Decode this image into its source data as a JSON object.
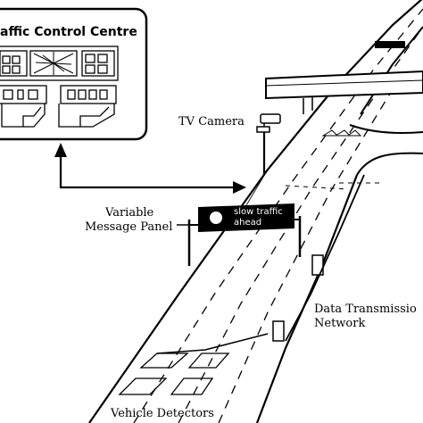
{
  "labels": {
    "control_centre": "affic Control Centre",
    "tv_camera": "TV Camera",
    "vmp_line1": "Variable",
    "vmp_line2": "Message Panel",
    "sign_line1": "slow traffic",
    "sign_line2": "ahead",
    "dtn_line1": "Data Transmissio",
    "dtn_line2": "Network",
    "vehicle_detectors": "Vehicle Detectors"
  },
  "colors": {
    "ink": "#000000",
    "paper": "#ffffff",
    "sign_background": "#000000",
    "sign_text": "#ffffff"
  }
}
